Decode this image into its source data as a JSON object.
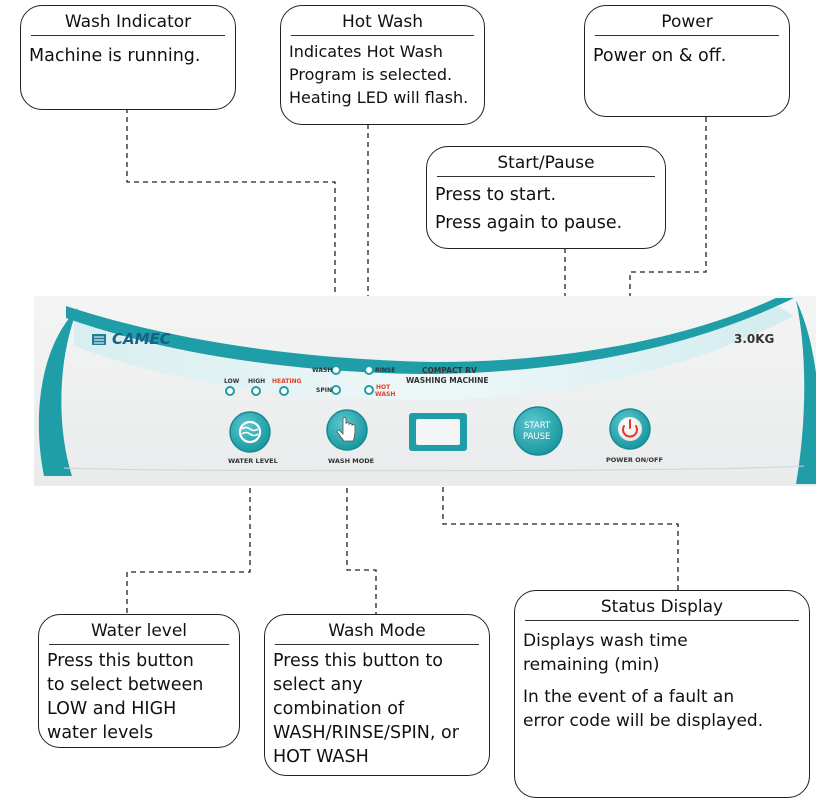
{
  "callouts": {
    "wash_indicator": {
      "title": "Wash Indicator",
      "lines": [
        "Machine is running."
      ]
    },
    "hot_wash": {
      "title": "Hot Wash",
      "lines": [
        "Indicates Hot Wash",
        "Program is selected.",
        "Heating LED will flash."
      ]
    },
    "power": {
      "title": "Power",
      "lines": [
        "Power on & off."
      ]
    },
    "start_pause": {
      "title": "Start/Pause",
      "lines": [
        "Press to start.",
        "Press again to pause."
      ]
    },
    "water_level": {
      "title": "Water level",
      "lines": [
        "Press this button",
        "to select between",
        "LOW and HIGH",
        "water levels"
      ]
    },
    "wash_mode": {
      "title": "Wash Mode",
      "lines": [
        "Press this button to",
        "select any",
        "combination of",
        "WASH/RINSE/SPIN, or",
        "HOT WASH"
      ]
    },
    "status_display": {
      "title": "Status Display",
      "lines": [
        "Displays wash time",
        "remaining (min)",
        "In the event of a fault an",
        "error code will be displayed."
      ]
    }
  },
  "panel": {
    "brand": "CAMEC",
    "capacity": "3.0KG",
    "product_line1": "COMPACT RV",
    "product_line2": "WASHING MACHINE",
    "leds": {
      "low": "LOW",
      "high": "HIGH",
      "heating": "HEATING",
      "wash": "WASH",
      "rinse": "RINSE",
      "spin": "SPIN",
      "hot": "HOT",
      "wash2": "WASH"
    },
    "buttons": {
      "water_level": "WATER LEVEL",
      "wash_mode": "WASH MODE",
      "start": "START",
      "pause": "PAUSE",
      "power": "POWER ON/OFF"
    },
    "colors": {
      "teal": "#1f9ea8",
      "heating_red": "#e0402a",
      "power_red": "#e53a2a"
    }
  }
}
